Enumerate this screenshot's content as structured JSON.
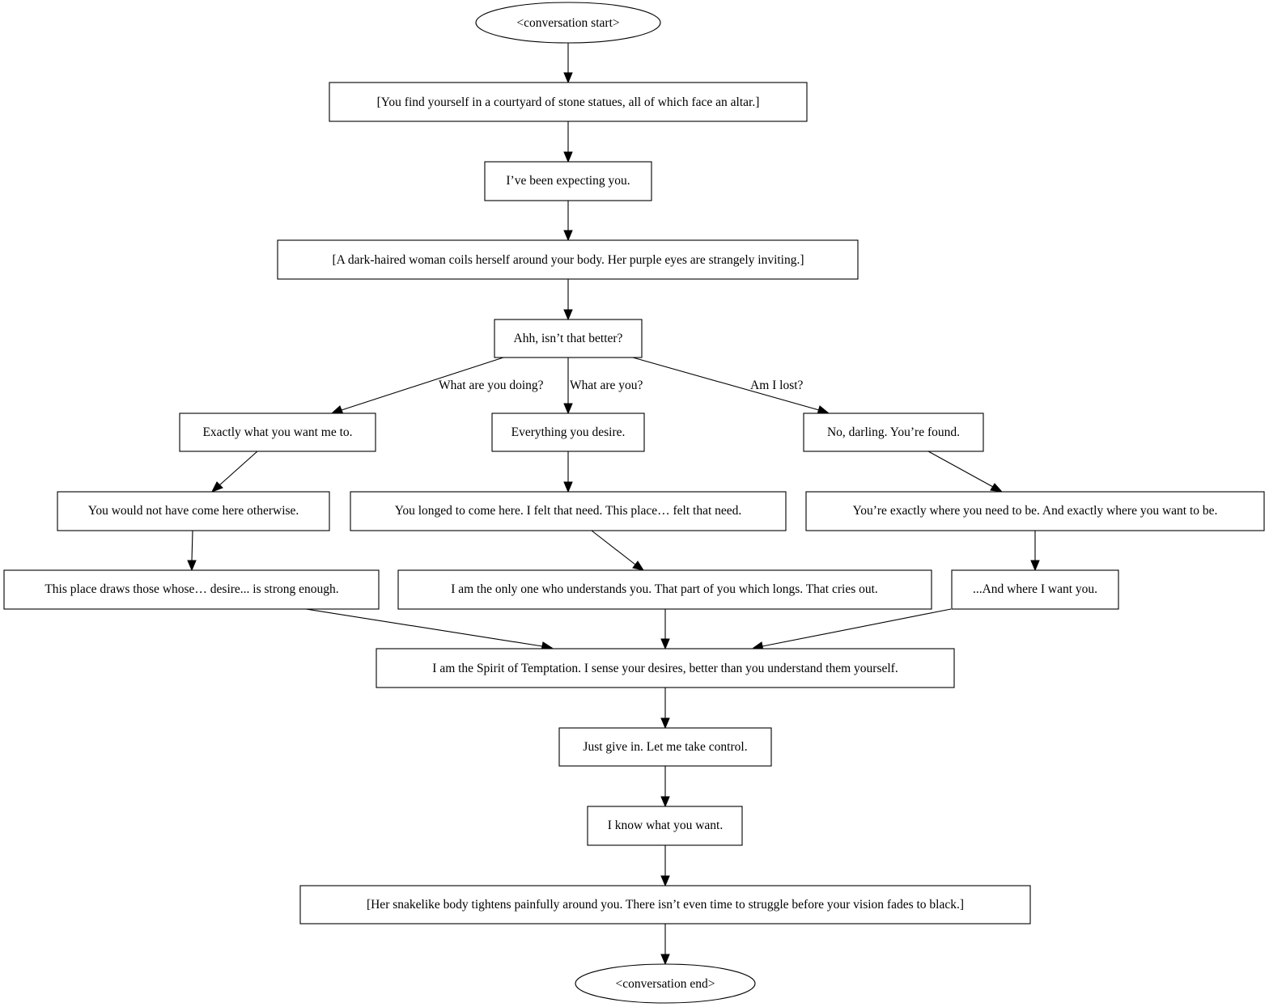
{
  "diagram": {
    "nodes": {
      "start": "<conversation start>",
      "courtyard": "[You find yourself in a courtyard of stone statues, all of which face an altar.]",
      "expecting": "I’ve been expecting you.",
      "woman": "[A dark-haired woman coils herself around your body. Her purple eyes are strangely inviting.]",
      "better": "Ahh, isn’t that better?",
      "exactly_want": "Exactly what you want me to.",
      "everything": "Everything you desire.",
      "no_darling": "No, darling. You’re found.",
      "would_not": "You would not have come here otherwise.",
      "longed": "You longed to come here. I felt that need. This place… felt that need.",
      "exactly_where": "You’re exactly where you need to be. And exactly where you want to be.",
      "draws": "This place draws those whose… desire... is strong enough.",
      "only_one": "I am the only one who understands you. That part of you which longs. That cries out.",
      "where_i_want": "...And where I want you.",
      "spirit": "I am the Spirit of Temptation. I sense your desires, better than you understand them yourself.",
      "give_in": "Just give in. Let me take control.",
      "know": "I know what you want.",
      "snakelike": "[Her snakelike body tightens painfully around you. There isn’t even time to struggle before your vision fades to black.]",
      "end": "<conversation end>"
    },
    "edge_labels": {
      "doing": "What are you doing?",
      "what_are_you": "What are you?",
      "lost": "Am I lost?"
    }
  }
}
